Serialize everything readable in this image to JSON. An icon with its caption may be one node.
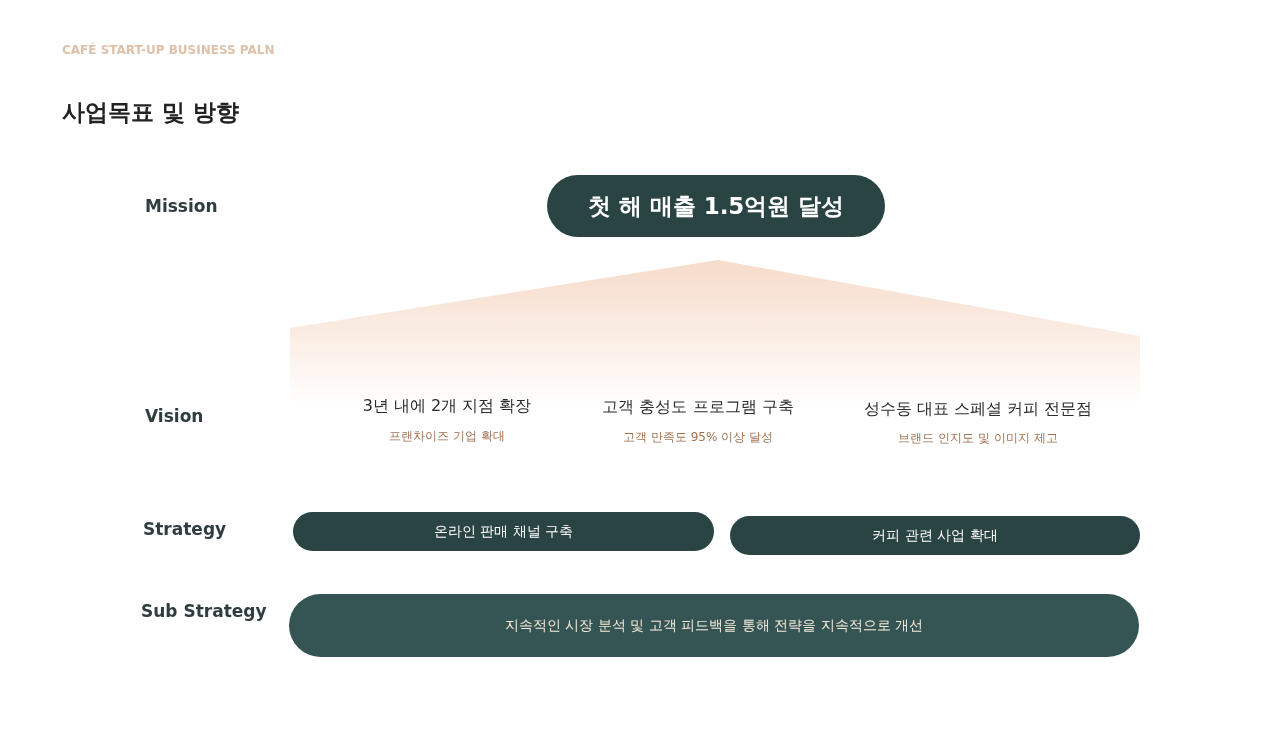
{
  "diagram": {
    "title": "사업목표 및 방향",
    "nodes": [
      {
        "text": [
          "첫 해 매출 1.5억원 달성"
        ]
      },
      {
        "text": [
          "온라인 판매 채널 구축"
        ]
      },
      {
        "text": [
          "커피 관련 사업 확대"
        ]
      },
      {
        "text": [
          "지속적인 시장 분석 및 고객 피드백을 통해 전략을 지속적으로 개선"
        ]
      }
    ],
    "edges": [],
    "labels": [
      "CAFÉ START-UP BUSINESS PALN",
      "Mission",
      "Vision",
      "3년 내에 2개 지점 확장",
      "프랜차이즈 기업 확대",
      "고객 충성도 프로그램 구축",
      "고객 만족도 95% 이상 달성",
      "성수동 대표 스페셜 커피 전문점",
      "브랜드 인지도 및 이미지 제고",
      "Strategy",
      "Sub Strategy"
    ]
  }
}
